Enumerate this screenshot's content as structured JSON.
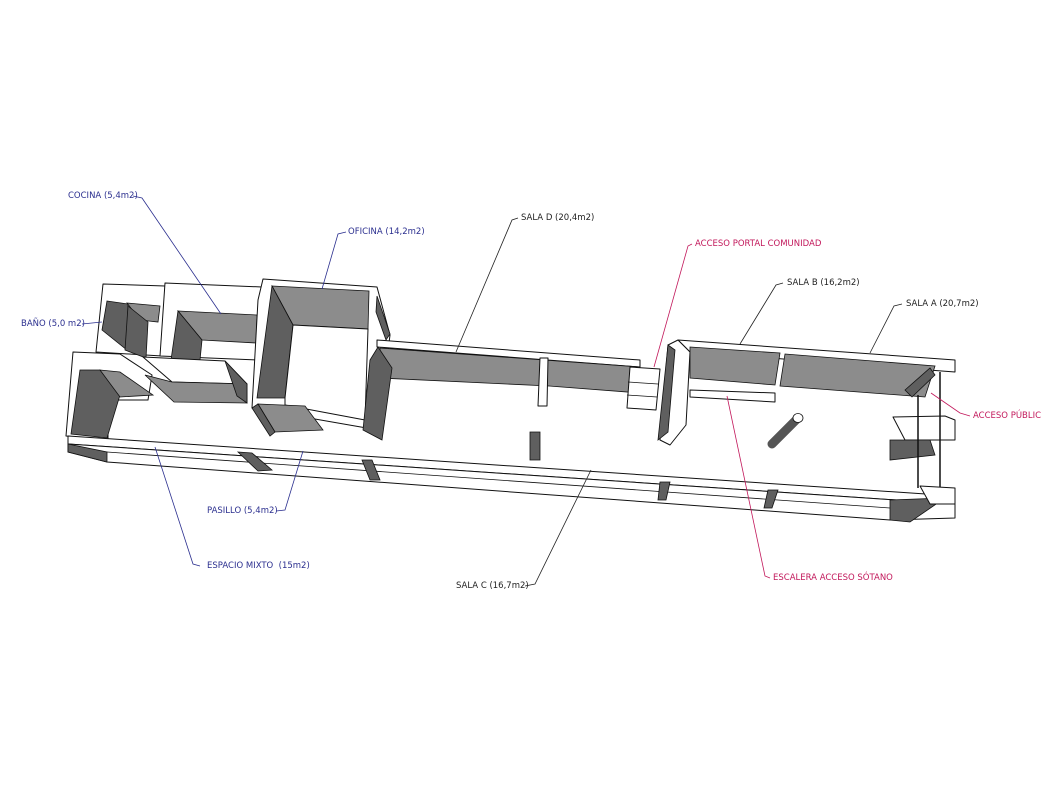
{
  "labels": {
    "cocina": "COCINA (5,4m2)",
    "bano": "BAÑO (5,0 m2)",
    "oficina": "OFICINA (14,2m2)",
    "pasillo": "PASILLO (5,4m2)",
    "espacio_mixto": "ESPACIO MIXTO  (15m2)",
    "sala_d": "SALA D (20,4m2)",
    "acceso_portal": "ACCESO PORTAL COMUNIDAD",
    "sala_b": "SALA B (16,2m2)",
    "sala_a": "SALA A (20,7m2)",
    "acceso_publico": "ACCESO PÚBLICO",
    "escalera": "ESCALERA ACCESO SÓTANO",
    "sala_c": "SALA C (16,7m2)"
  },
  "colors": {
    "label_blue": "#2b2f8f",
    "label_red": "#c2185b",
    "label_black": "#222222"
  }
}
